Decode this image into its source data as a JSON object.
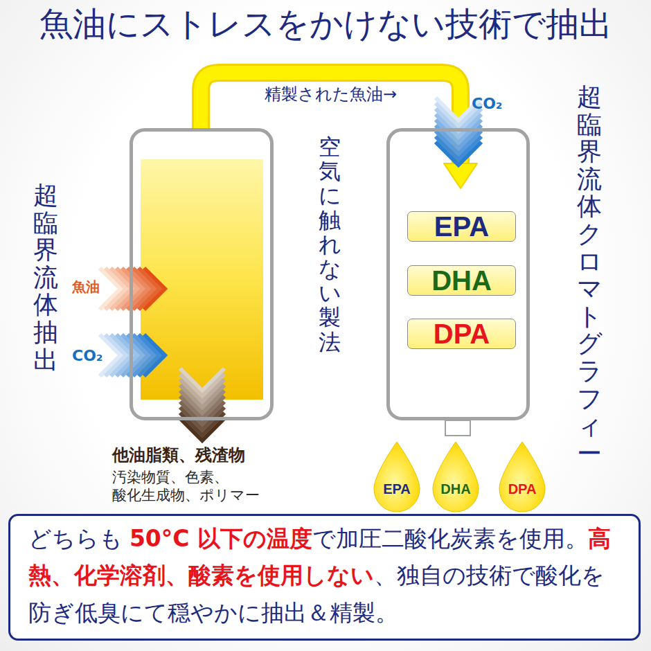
{
  "diagram": {
    "title": "魚油にストレスをかけない技術で抽出",
    "nodes": [
      {
        "text": [
          "超臨界流体抽出"
        ]
      },
      {
        "text": [
          "超臨界流体クロマトグラフィー"
        ]
      },
      {
        "text": [
          "EPA"
        ],
        "in": 1
      },
      {
        "text": [
          "DHA"
        ],
        "in": 1
      },
      {
        "text": [
          "DPA"
        ],
        "in": 1
      },
      {
        "text": [
          "EPA"
        ]
      },
      {
        "text": [
          "DHA"
        ]
      },
      {
        "text": [
          "DPA"
        ]
      },
      {
        "text": [
          "どちらも",
          "50°C 以下の温度",
          "で加圧二酸化炭素を使用。",
          "高熱、化学溶剤、酸素を使用しない",
          "、独自の技術で酸化を防ぎ低臭にて穏やかに抽出＆精製。"
        ]
      }
    ],
    "edges": [
      {
        "from": 0,
        "to": 1,
        "arrow": "to",
        "label": "精製された魚油→"
      }
    ],
    "labels": [
      "魚油",
      "CO₂",
      "空気に触れない製法",
      "CO₂",
      "他油脂類、残渣物",
      "汚染物質、色素、 酸化生成物、ポリマー"
    ]
  }
}
